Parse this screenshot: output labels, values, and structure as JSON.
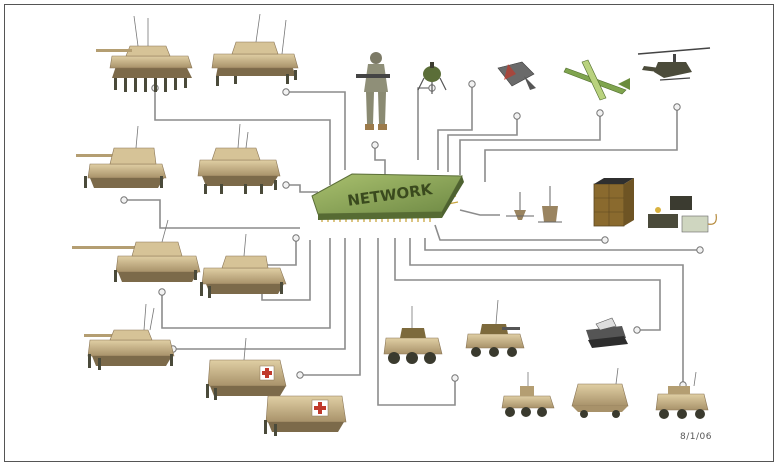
{
  "hub": {
    "label": "NETWORK"
  },
  "date_code": "8/1/06",
  "colors": {
    "vehicle_tan": "#c9b48a",
    "vehicle_shadow": "#9a8460",
    "chip_green": "#8aa35a",
    "chip_pin": "#c9a640",
    "wire": "#8a8a8a",
    "medical_cross": "#c0392b",
    "soldier_camo": "#8f8f78"
  },
  "nodes": [
    {
      "kind": "tank",
      "icon": "tank-icon"
    },
    {
      "kind": "tank",
      "icon": "tank-icon"
    },
    {
      "kind": "soldier",
      "icon": "soldier-icon"
    },
    {
      "kind": "sensor",
      "icon": "ground-sensor-icon"
    },
    {
      "kind": "missile",
      "icon": "loitering-munition-icon"
    },
    {
      "kind": "uav",
      "icon": "uav-icon"
    },
    {
      "kind": "helicopter",
      "icon": "helicopter-icon"
    },
    {
      "kind": "artillery",
      "icon": "howitzer-icon"
    },
    {
      "kind": "command-vehicle",
      "icon": "command-vehicle-icon"
    },
    {
      "kind": "cannon-vehicle",
      "icon": "cannon-vehicle-icon"
    },
    {
      "kind": "mortar-vehicle",
      "icon": "mortar-vehicle-icon"
    },
    {
      "kind": "recon-vehicle",
      "icon": "recon-vehicle-icon"
    },
    {
      "kind": "medical-vehicle",
      "icon": "medical-vehicle-icon"
    },
    {
      "kind": "medical-vehicle",
      "icon": "medical-vehicle-icon"
    },
    {
      "kind": "sensors",
      "icon": "unattended-sensors-icon"
    },
    {
      "kind": "launch-system",
      "icon": "launch-system-icon"
    },
    {
      "kind": "control-unit",
      "icon": "control-unit-icon"
    },
    {
      "kind": "ugv",
      "icon": "armed-ugv-icon"
    },
    {
      "kind": "ugv",
      "icon": "armed-ugv-icon"
    },
    {
      "kind": "small-robot",
      "icon": "small-robot-icon"
    },
    {
      "kind": "ugv",
      "icon": "recon-ugv-icon"
    },
    {
      "kind": "ugv",
      "icon": "mule-ugv-icon"
    },
    {
      "kind": "ugv",
      "icon": "transport-ugv-icon"
    }
  ]
}
